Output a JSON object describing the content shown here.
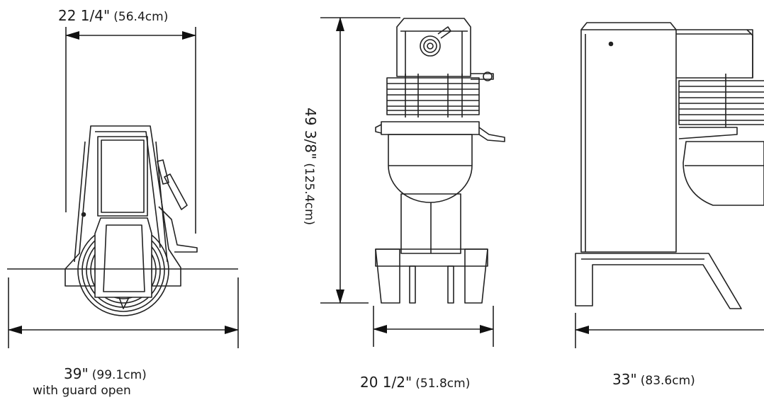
{
  "dimensions": {
    "top_width": {
      "main": "22 1/4\"",
      "metric": "(56.4cm)"
    },
    "height": {
      "main": "49 3/8\"",
      "metric": "(125.4cm)"
    },
    "depth_guard_open": {
      "main": "39\"",
      "metric": "(99.1cm)",
      "note": "with guard open"
    },
    "front_width": {
      "main": "20 1/2\"",
      "metric": "(51.8cm)"
    },
    "side_depth": {
      "main": "33\"",
      "metric": "(83.6cm)"
    }
  }
}
